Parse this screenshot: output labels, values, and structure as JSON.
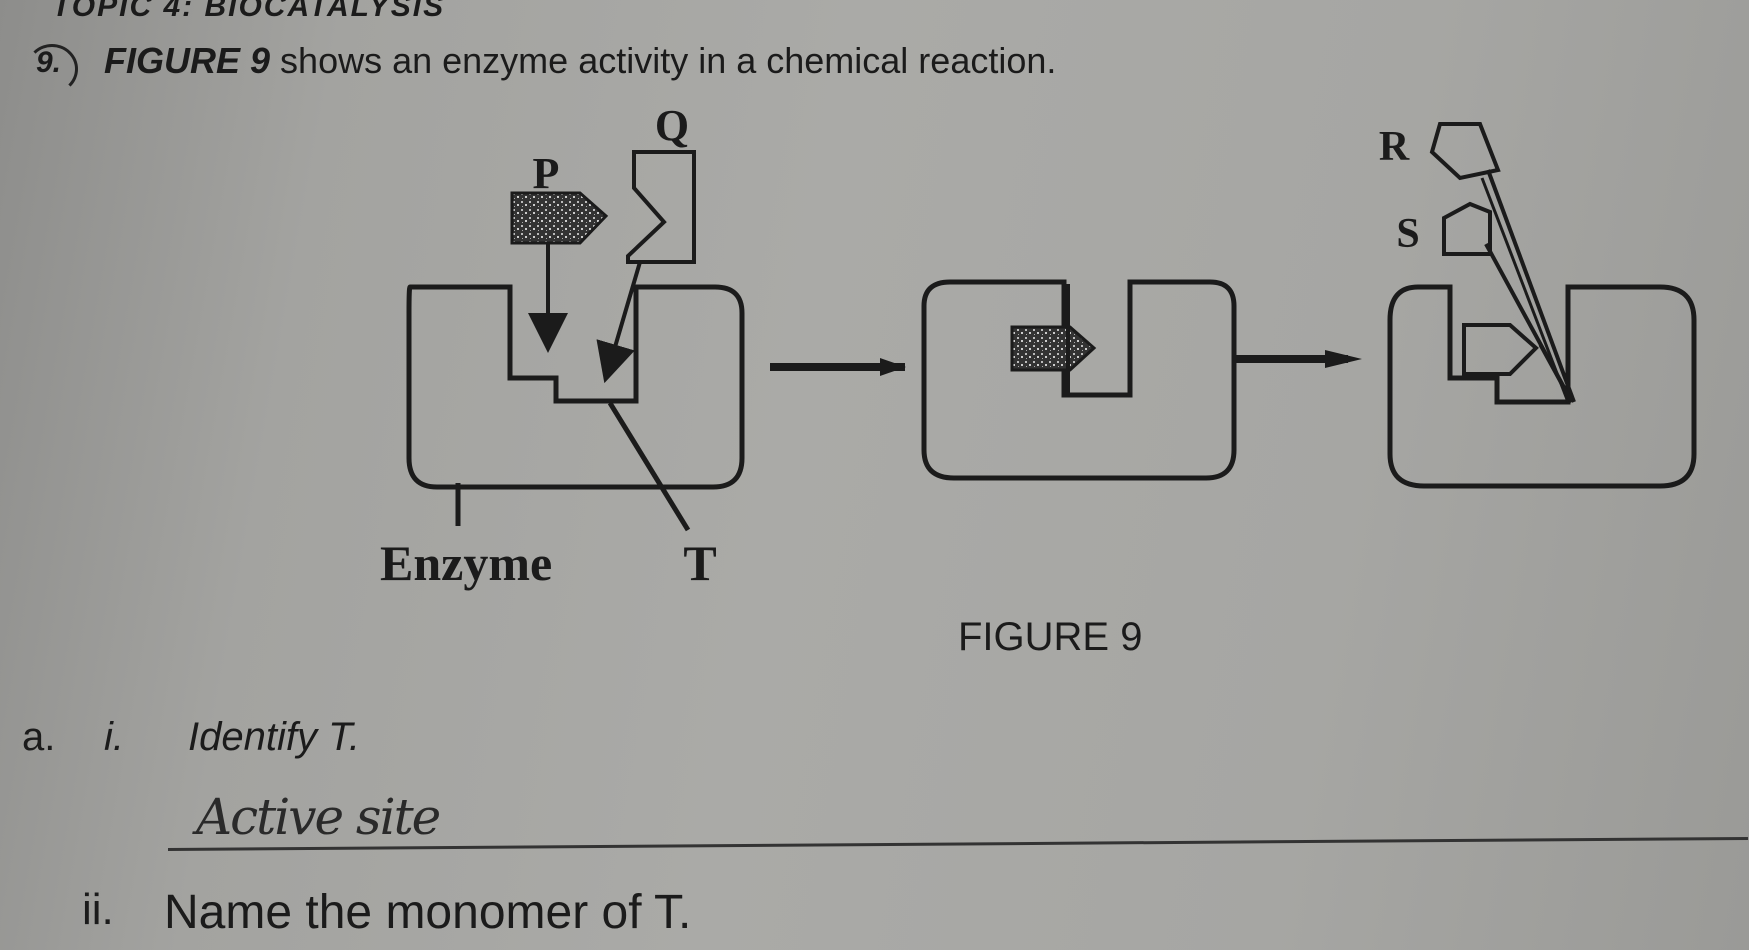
{
  "header": {
    "topic": "TOPIC 4: BIOCATALYSIS"
  },
  "question": {
    "number": "9.",
    "figure_ref": "FIGURE 9",
    "text": "shows an enzyme activity in a chemical reaction."
  },
  "figure": {
    "labels": {
      "p": "P",
      "q": "Q",
      "r": "R",
      "s": "S",
      "t": "T",
      "enzyme": "Enzyme"
    },
    "caption": "FIGURE 9"
  },
  "part_a": {
    "letter": "a.",
    "i": {
      "numeral": "i.",
      "text": "Identify T.",
      "answer": "Active site"
    },
    "ii": {
      "numeral": "ii.",
      "text": "Name the monomer of T."
    }
  },
  "colors": {
    "paper": "#a6a6a3",
    "ink": "#1b1b1b"
  }
}
